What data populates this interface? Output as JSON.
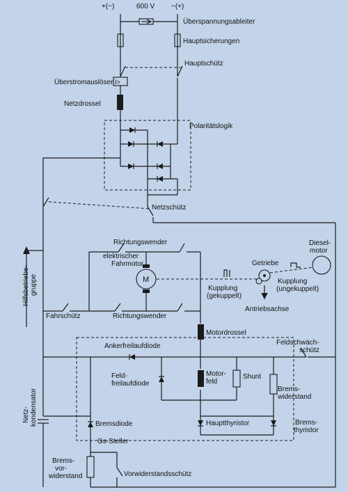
{
  "terminals": {
    "minus": "+(−)",
    "plus": "−(+)"
  },
  "voltage": "600 V",
  "labels": {
    "surge_arrester": "Überspannungsableiter",
    "main_fuses": "Hauptsicherungen",
    "main_contactor": "Hauptschütz",
    "overcurrent_trip": "Überstromauslöser",
    "overcurrent_symbol": "I>",
    "line_choke": "Netzdrossel",
    "polarity_logic": "Polaritätslogik",
    "line_contactor": "Netzschütz",
    "direction_reverser_top": "Richtungswender",
    "traction_motor_1": "elektrischer",
    "traction_motor_2": "Fahrmotor",
    "motor_symbol": "M",
    "gearbox": "Getriebe",
    "diesel_motor_1": "Diesel-",
    "diesel_motor_2": "motor",
    "coupling_engaged_1": "Kupplung",
    "coupling_engaged_2": "(gekuppelt)",
    "coupling_disengaged_1": "Kupplung",
    "coupling_disengaged_2": "(ungekuppelt)",
    "drive_axle": "Antriebsachse",
    "aux_group_1": "Hilfsbetriebe-",
    "aux_group_2": "gruppe",
    "drive_contactor": "Fahrschütz",
    "direction_reverser_bottom": "Richtungswender",
    "motor_choke": "Motordrossel",
    "field_weakening_1": "Feldschwäch-",
    "field_weakening_2": "schütz",
    "armature_freewheel_diode": "Ankerfreilaufdiode",
    "field_freewheel_1": "Feld-",
    "field_freewheel_2": "freilaufdiode",
    "motor_field_1": "Motor-",
    "motor_field_2": "feld",
    "shunt": "Shunt",
    "brake_resistor_1": "Brems-",
    "brake_resistor_2": "widerstand",
    "line_capacitor_1": "Netz-",
    "line_capacitor_2": "kondensator",
    "brake_diode": "Bremsdiode",
    "main_thyristor": "Hauptthyristor",
    "brake_thyristor_1": "Brems-",
    "brake_thyristor_2": "thyristor",
    "dc_chopper": "Gs-Steller",
    "brake_preresistor_1": "Brems-",
    "brake_preresistor_2": "vor-",
    "brake_preresistor_3": "widerstand",
    "preresistor_contactor": "Vorwiderstandsschütz"
  }
}
